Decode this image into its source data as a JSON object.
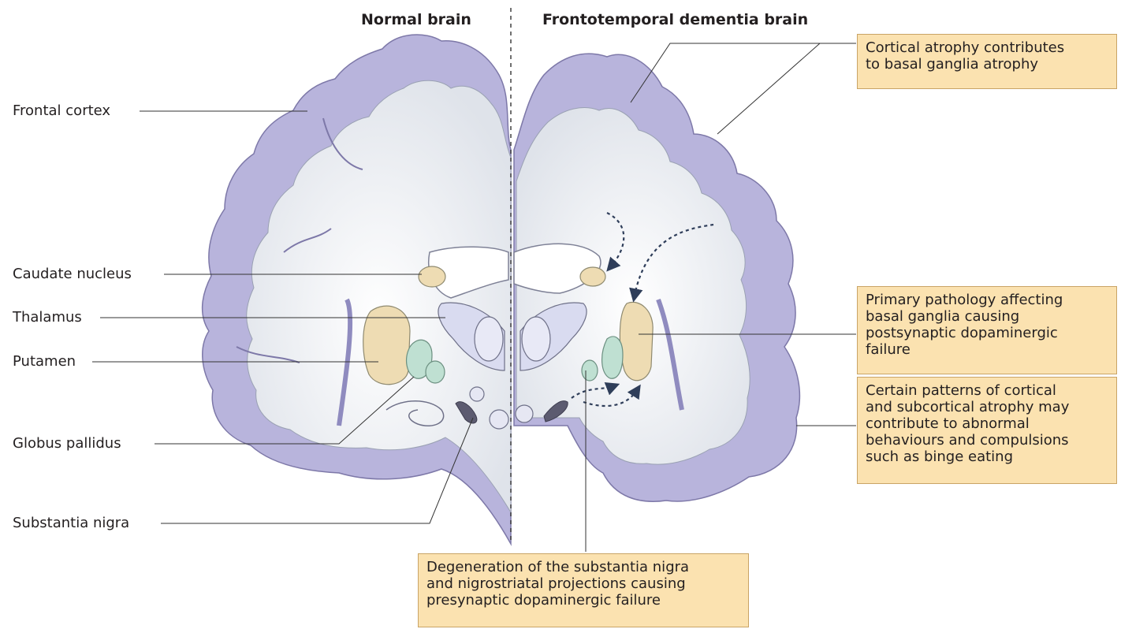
{
  "headers": {
    "normal": "Normal brain",
    "ftd": "Frontotemporal dementia brain"
  },
  "labels": {
    "frontal_cortex": "Frontal cortex",
    "caudate_nucleus": "Caudate nucleus",
    "thalamus": "Thalamus",
    "putamen": "Putamen",
    "globus_pallidus": "Globus pallidus",
    "substantia_nigra": "Substantia nigra"
  },
  "callouts": {
    "cortical_atrophy": [
      "Cortical atrophy contributes",
      "to basal ganglia atrophy"
    ],
    "primary_pathology": [
      "Primary pathology affecting",
      "basal ganglia causing",
      "postsynaptic dopaminergic",
      "failure"
    ],
    "patterns": [
      "Certain patterns of cortical",
      "and subcortical atrophy may",
      "contribute to abnormal",
      "behaviours and compulsions",
      "such as binge eating"
    ],
    "degeneration": [
      "Degeneration of the substantia nigra",
      "and nigrostriatal projections causing",
      "presynaptic dopaminergic failure"
    ]
  },
  "colors": {
    "cortex": "#b8b4dc",
    "white_matter": "#e9ecf0",
    "caudate": "#eedcb3",
    "putamen": "#eedcb3",
    "globus_pallidus": "#bfe0d2",
    "substantia_nigra": "#5c5b70",
    "callout_fill": "#fbe2b0"
  }
}
